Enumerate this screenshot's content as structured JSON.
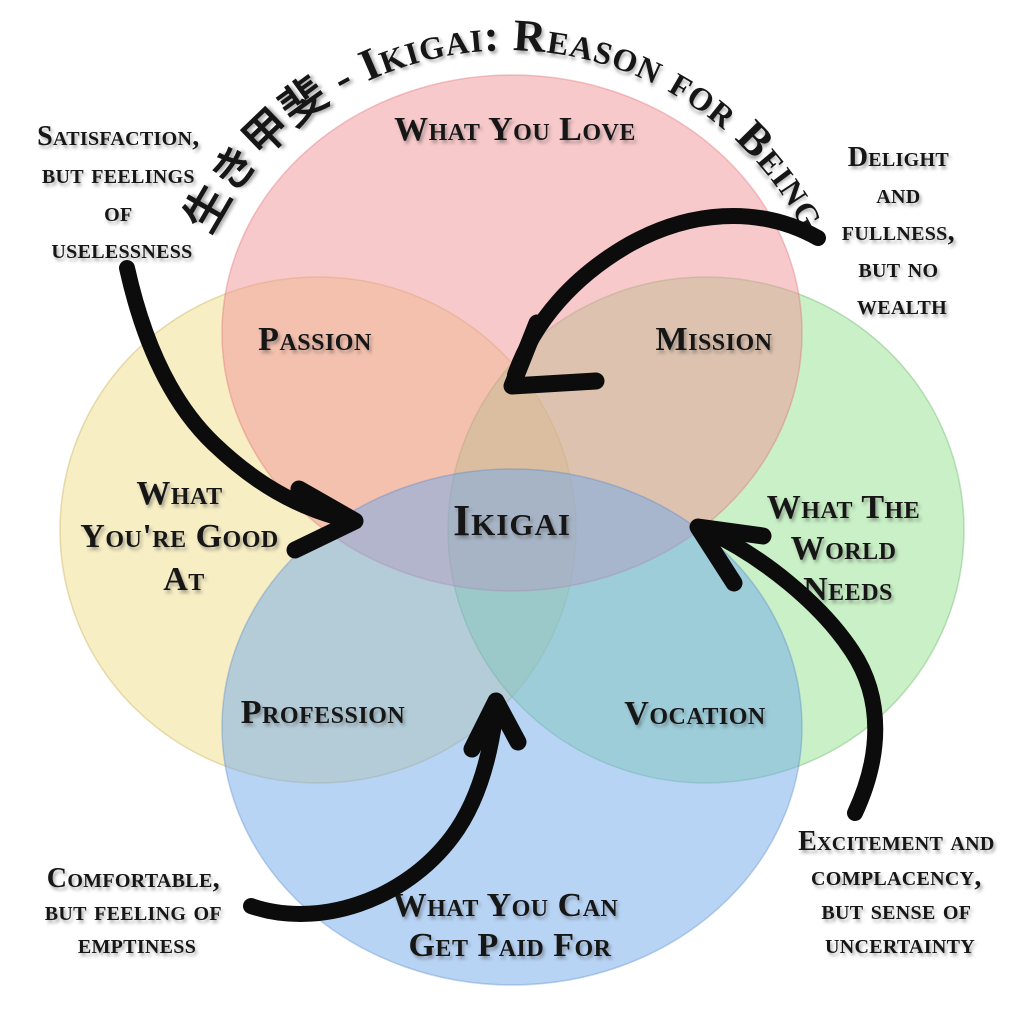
{
  "title": {
    "text": "生き甲斐 - Ikigai: Reason for Being"
  },
  "venn": {
    "circles": [
      {
        "name": "what-you-love",
        "label": "What You Love",
        "fill": "rgba(241,147,151,0.5)",
        "solo_color": "#f8c9cb"
      },
      {
        "name": "what-youre-good-at",
        "label_lines": [
          "What",
          "You're Good",
          "At"
        ],
        "fill": "rgba(239,221,137,0.5)",
        "solo_color": "#f7eec4"
      },
      {
        "name": "what-the-world-needs",
        "label_lines": [
          "What The",
          "World",
          "Needs"
        ],
        "fill": "rgba(147,225,141,0.5)",
        "solo_color": "#c9f0c6"
      },
      {
        "name": "what-you-can-get-paid-for",
        "label_lines": [
          "What You Can",
          "Get Paid For"
        ],
        "fill": "rgba(113,169,235,0.5)",
        "solo_color": "#b8d4f5"
      }
    ],
    "intersections": {
      "passion": "Passion",
      "mission": "Mission",
      "profession": "Profession",
      "vocation": "Vocation",
      "center": "Ikigai"
    }
  },
  "annotations": {
    "top_left": {
      "lines": [
        "Satisfaction,",
        "but feelings",
        "of",
        "uselessness"
      ]
    },
    "top_right": {
      "lines": [
        "Delight",
        "and",
        "fullness,",
        "but no",
        "wealth"
      ]
    },
    "bottom_left": {
      "lines": [
        "Comfortable,",
        "but feeling of",
        "emptiness"
      ]
    },
    "bottom_right": {
      "lines": [
        "Excitement and",
        "complacency,",
        "but sense of",
        "uncertainty"
      ]
    }
  },
  "colors": {
    "background": "#ffffff",
    "text": "#161616",
    "arrow": "#0c0c0c",
    "overlap_passion": "#f4c0ad",
    "overlap_mission": "#ddc1ae",
    "overlap_profession": "#b4cbd7",
    "overlap_vocation": "#9dccd8",
    "overlap_center": "#a6b3c5"
  }
}
